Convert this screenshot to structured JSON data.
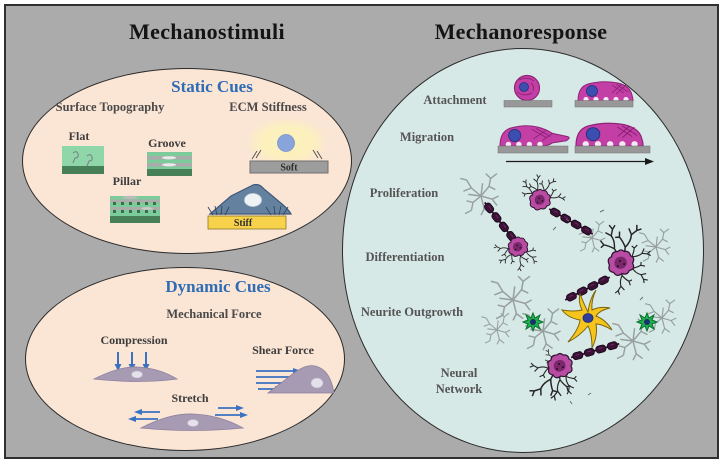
{
  "figure": {
    "left_title": "Mechanostimuli",
    "right_title": "Mechanoresponse"
  },
  "static_cues": {
    "title": "Static Cues",
    "surface_topography_label": "Surface Topography",
    "ecm_stiffness_label": "ECM Stiffness",
    "flat_label": "Flat",
    "groove_label": "Groove",
    "pillar_label": "Pillar",
    "soft_label": "Soft",
    "stiff_label": "Stiff"
  },
  "dynamic_cues": {
    "title": "Dynamic Cues",
    "mechanical_force_label": "Mechanical Force",
    "compression_label": "Compression",
    "shear_force_label": "Shear Force",
    "stretch_label": "Stretch"
  },
  "mechanoresponse": {
    "responses": [
      "Attachment",
      "Migration",
      "Proliferation",
      "Differentiation",
      "Neurite Outgrowth"
    ],
    "neural_network_line1": "Neural",
    "neural_network_line2": "Network"
  },
  "icons": [
    "flat-substrate-icon",
    "groove-substrate-icon",
    "pillar-substrate-icon",
    "soft-ecm-cell-icon",
    "stiff-ecm-cell-icon",
    "compression-arrows-icon",
    "shear-arrows-icon",
    "stretch-arrows-icon",
    "round-cell-icon",
    "spread-cell-icon",
    "migrating-cells-icon",
    "neuron-icon",
    "myelinated-axon-icon",
    "astrocyte-icon",
    "glial-cell-icon",
    "neurite-arbor-icon"
  ],
  "colors": {
    "background_gray": "#ABABAB",
    "cue_ellipse_fill": "#FBE5D5",
    "response_ellipse_fill": "#D7E9E6",
    "cue_title_blue": "#2E6CB5",
    "label_gray": "#4A4A4A",
    "substrate_green": "#7CCB9B",
    "substrate_green_dark": "#477F56",
    "soft_bar_gray": "#9D9D9D",
    "stiff_bar_yellow": "#F8D24B",
    "cell_magenta": "#C33FA5",
    "nucleus_blue": "#3C4FB0",
    "force_arrow_blue": "#3A72C2",
    "cell_lavender": "#A79BB3",
    "neuron_magenta": "#B84BA2",
    "astrocyte_yellow": "#F5C51D",
    "glia_green": "#1EB24D"
  }
}
